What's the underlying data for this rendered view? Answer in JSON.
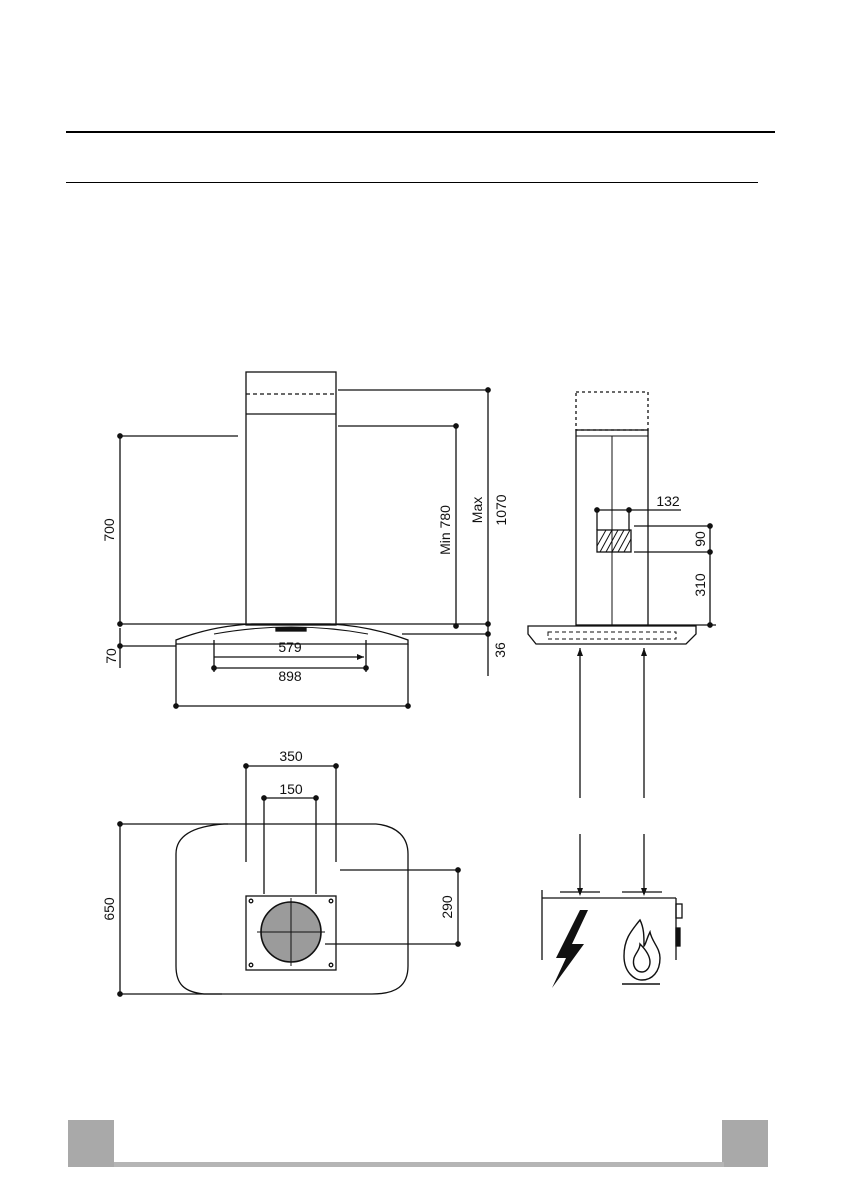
{
  "diagram": {
    "front_view": {
      "dim_height": "700",
      "dim_min": "Min 780",
      "dim_max_word": "Max",
      "dim_max_value": "1070",
      "dim_canopy": "70",
      "dim_edge": "36",
      "dim_inner_width": "579",
      "dim_outer_width": "898"
    },
    "side_view": {
      "dim_outlet_width": "132",
      "dim_outlet_height": "90",
      "dim_outlet_offset": "310"
    },
    "top_view": {
      "dim_bracket_outer": "350",
      "dim_bracket_inner": "150",
      "dim_depth": "650",
      "dim_center_offset": "290"
    },
    "icons": [
      "lightning-bolt-icon",
      "flame-icon"
    ]
  }
}
